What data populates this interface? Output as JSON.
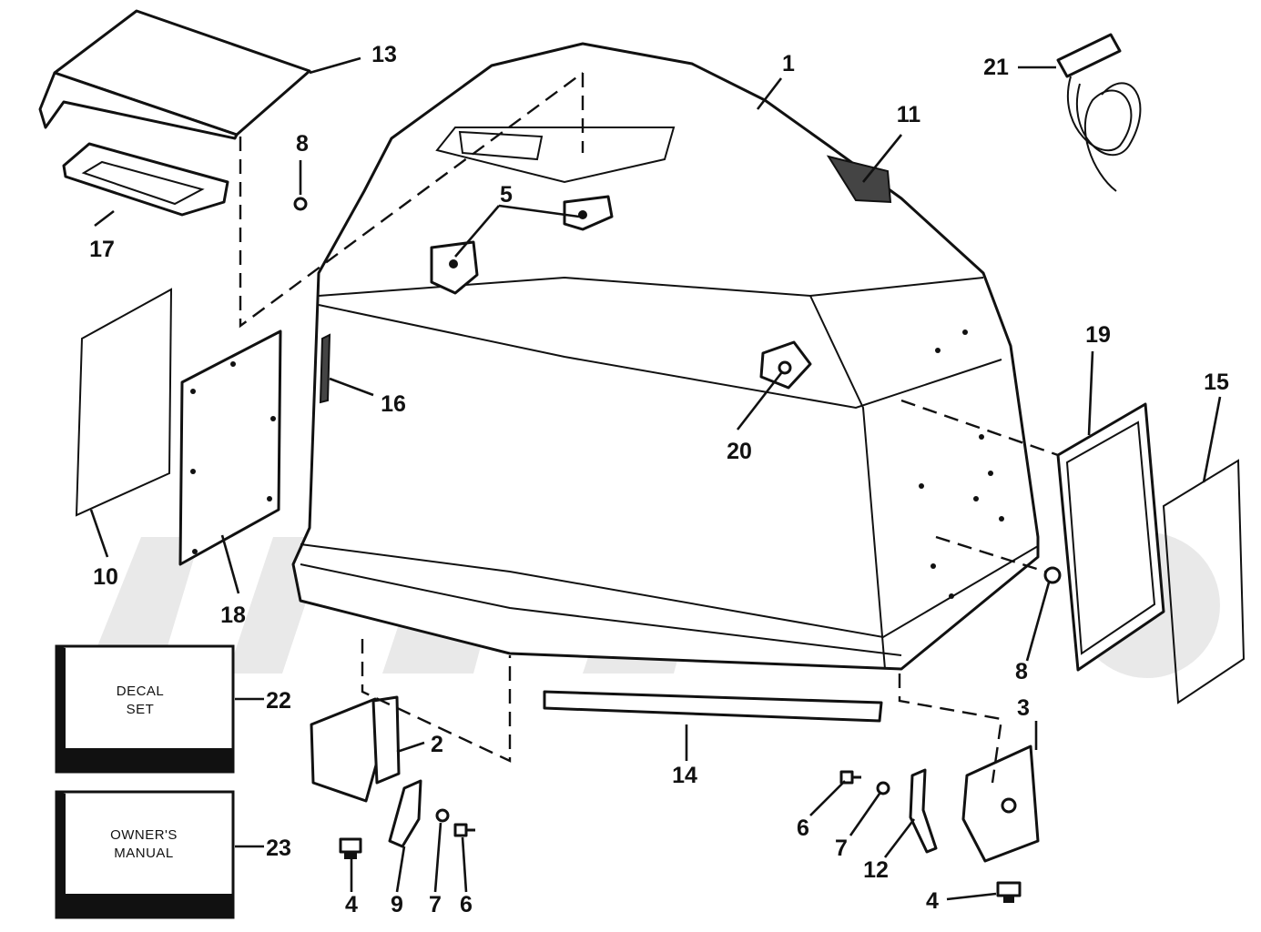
{
  "callouts": {
    "c1": "1",
    "c2": "2",
    "c3": "3",
    "c4a": "4",
    "c4b": "4",
    "c5": "5",
    "c6a": "6",
    "c6b": "6",
    "c7a": "7",
    "c7b": "7",
    "c8a": "8",
    "c8b": "8",
    "c9": "9",
    "c10": "10",
    "c11": "11",
    "c12": "12",
    "c13": "13",
    "c14": "14",
    "c15": "15",
    "c16": "16",
    "c17": "17",
    "c18": "18",
    "c19": "19",
    "c20": "20",
    "c21": "21",
    "c22": "22",
    "c23": "23"
  },
  "boxes": {
    "decal_line1": "DECAL",
    "decal_line2": "SET",
    "manual_line1": "OWNER'S",
    "manual_line2": "MANUAL"
  },
  "colors": {
    "ink": "#111111",
    "paper": "#ffffff",
    "watermark": "#e9e9e9"
  }
}
